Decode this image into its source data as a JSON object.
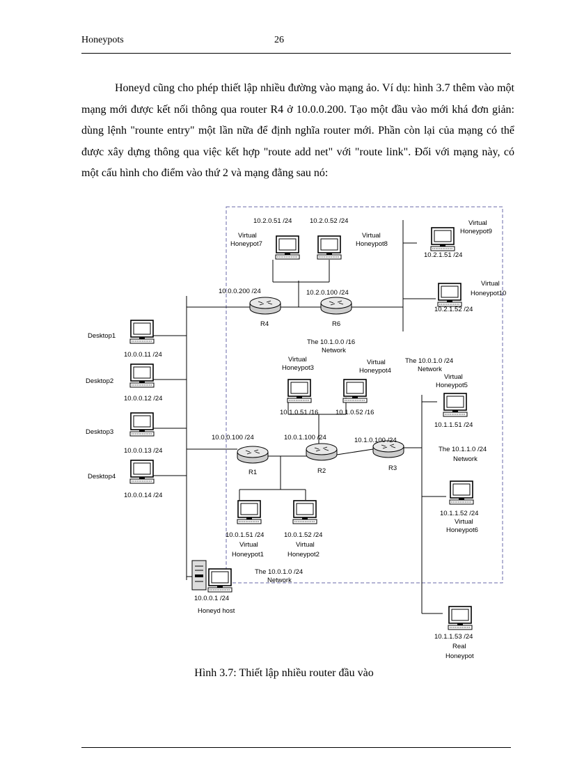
{
  "header": {
    "title": "Honeypots",
    "page_number": "26"
  },
  "paragraph": "Honeyd cũng cho phép thiết lập nhiều đường vào mạng ảo. Ví dụ: hình 3.7 thêm vào một mạng mới được kết nối thông qua router R4 ở 10.0.0.200. Tạo một đầu vào mới khá đơn giản: dùng lệnh \"rounte entry\" một lần nữa để định nghĩa router mới. Phần còn lại của mạng có thể được xây dựng thông qua việc kết hợp \"route add net\" với \"route link\". Đối với mạng này, có một cấu hình cho điểm vào thứ 2 và mạng đằng sau nó:",
  "diagram": {
    "desktops": [
      {
        "name": "Desktop1",
        "ip": "10.0.0.11 /24"
      },
      {
        "name": "Desktop2",
        "ip": "10.0.0.12 /24"
      },
      {
        "name": "Desktop3",
        "ip": "10.0.0.13 /24"
      },
      {
        "name": "Desktop4",
        "ip": "10.0.0.14 /24"
      }
    ],
    "honeyd_host": {
      "name": "Honeyd host",
      "ip": "10.0.0.1 /24"
    },
    "routers": [
      {
        "name": "R4",
        "ip": "10.0.0.200 /24"
      },
      {
        "name": "R6",
        "ip": "10.2.0.100 /24"
      },
      {
        "name": "R1",
        "ip": "10.0.0.100 /24"
      },
      {
        "name": "R2",
        "ip": "10.0.1.100 /24"
      },
      {
        "name": "R3",
        "ip": "10.1.0.100 /24"
      }
    ],
    "virtual": [
      {
        "name_line1": "Virtual",
        "name_line2": "Honeypot7",
        "ip": "10.2.0.51 /24"
      },
      {
        "name_line1": "Virtual",
        "name_line2": "Honeypot8",
        "ip": "10.2.0.52 /24"
      },
      {
        "name_line1": "Virtual",
        "name_line2": "Honeypot9",
        "ip": "10.2.1.51 /24"
      },
      {
        "name_line1": "Virtual",
        "name_line2": "Honeypot10",
        "ip": "10.2.1.52 /24"
      },
      {
        "name_line1": "Virtual",
        "name_line2": "Honeypot3",
        "ip": "10.1.0.51 /16"
      },
      {
        "name_line1": "Virtual",
        "name_line2": "Honeypot4",
        "ip": "10.1.0.52 /16"
      },
      {
        "name_line1": "Virtual",
        "name_line2": "Honeypot5",
        "ip": "10.1.1.51 /24"
      },
      {
        "name_line1": "Virtual",
        "name_line2": "Honeypot6",
        "ip": "10.1.1.52 /24"
      },
      {
        "name_line1": "Virtual",
        "name_line2": "Honeypot1",
        "ip": "10.0.1.51 /24"
      },
      {
        "name_line1": "Virtual",
        "name_line2": "Honeypot2",
        "ip": "10.0.1.52 /24"
      }
    ],
    "real_honeypot": {
      "name_line1": "Real",
      "name_line2": "Honeypot",
      "ip": "10.1.1.53 /24"
    },
    "networks": [
      {
        "line1": "The 10.1.0.0 /16",
        "line2": "Network"
      },
      {
        "line1": "The 10.0.1.0 /24",
        "line2": "Network"
      },
      {
        "line1": "The 10.1.1.0 /24",
        "line2": "Network"
      },
      {
        "line1": "The 10.0.1.0 /24",
        "line2": "Network"
      }
    ]
  },
  "caption": "Hình 3.7: Thiết lập nhiều router đầu vào"
}
